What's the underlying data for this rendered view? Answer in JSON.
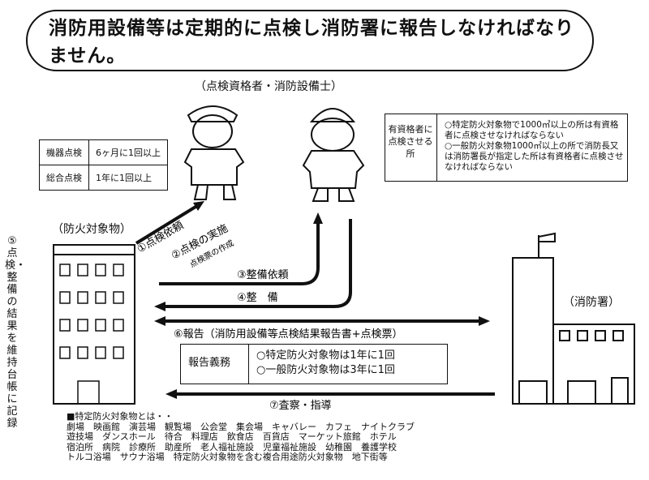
{
  "title": "消防用設備等は定期的に点検し消防署に報告しなければなりません。",
  "inspector_caption": "（点検資格者・消防設備士）",
  "inspection_table": [
    {
      "key": "機器点検",
      "value": "6ヶ月に1回以上"
    },
    {
      "key": "総合点検",
      "value": "1年に1回以上"
    }
  ],
  "qualification": {
    "label": "有資格者に点検させる所",
    "lines": [
      "○特定防火対象物で1000㎡以上の所は有資格者に点検させなければならない",
      "○一般防火対象物1000㎡以上の所で消防長又は消防署長が指定した所は有資格者に点検させなければならない"
    ]
  },
  "building_caption": "（防火対象物）",
  "fire_dept_caption": "（消防署）",
  "vertical_note": "⑤点検・整備の結果を維持台帳に記録",
  "steps": {
    "s1": "①点検依頼",
    "s2": "②点検の実施",
    "s2_sub": "点検票の作成",
    "s3": "③整備依頼",
    "s4": "④整　備",
    "s6": "⑥報告（消防用設備等点検結果報告書+点検票）",
    "s7": "⑦査察・指導"
  },
  "report": {
    "key": "報告義務",
    "lines": [
      "○特定防火対象物は1年に1回",
      "○一般防火対象物は3年に1回"
    ]
  },
  "footnote": [
    "■特定防火対象物とは・・",
    "劇場　映画館　演芸場　観覧場　公会堂　集会場　キャバレー　カフェ　ナイトクラブ",
    "遊技場　ダンスホール　待合　料理店　飲食店　百貨店　マーケット旅館　ホテル",
    "宿泊所　病院　診療所　助産所　老人福祉施設　児童福祉施設　幼稚園　養護学校",
    "トルコ浴場　サウナ浴場　特定防火対象物を含む複合用途防火対象物　地下街等"
  ]
}
